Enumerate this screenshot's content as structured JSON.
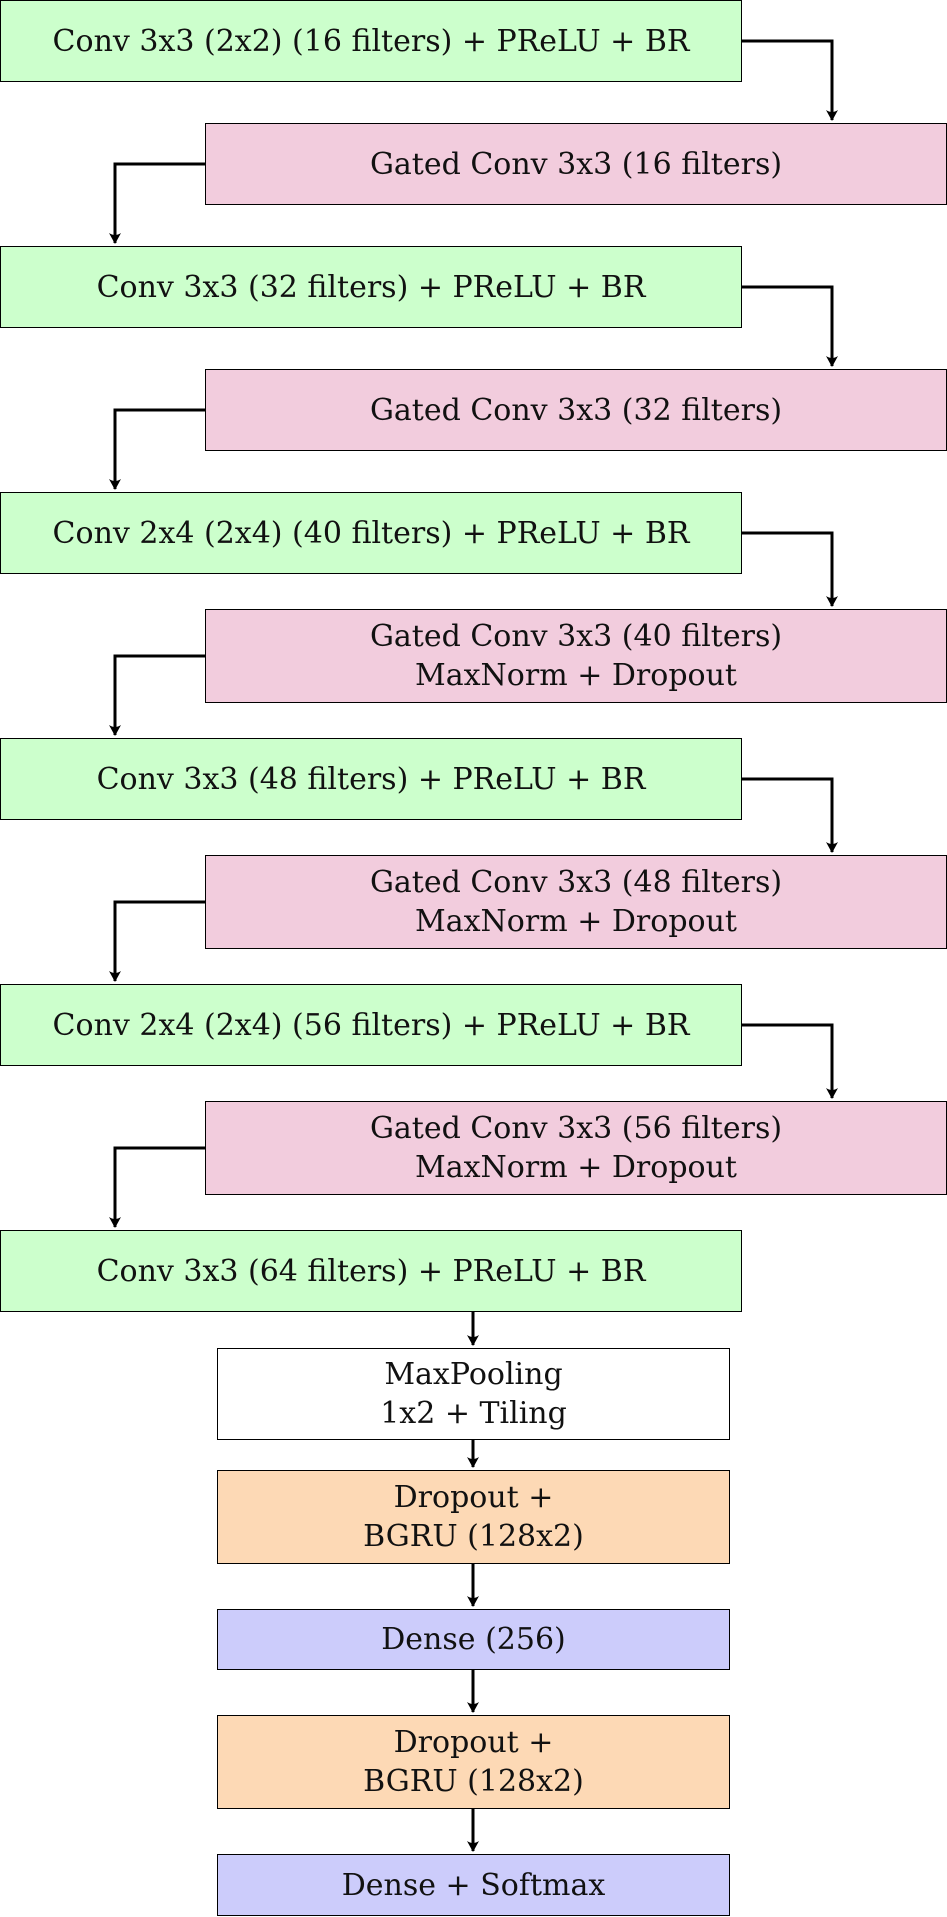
{
  "colors": {
    "conv": "#ccffcc",
    "gated": "#f2ccdd",
    "pool": "#ffffff",
    "rnn": "#fdd9b5",
    "dense": "#ccccfb"
  },
  "blocks": [
    {
      "id": "b0",
      "kind": "conv",
      "text": "Conv 3x3 (2x2) (16 filters) + PReLU + BR"
    },
    {
      "id": "b1",
      "kind": "gated",
      "text": "Gated Conv 3x3 (16 filters)"
    },
    {
      "id": "b2",
      "kind": "conv",
      "text": "Conv 3x3 (32 filters) + PReLU + BR"
    },
    {
      "id": "b3",
      "kind": "gated",
      "text": "Gated Conv 3x3 (32 filters)"
    },
    {
      "id": "b4",
      "kind": "conv",
      "text": "Conv 2x4 (2x4) (40 filters) + PReLU + BR"
    },
    {
      "id": "b5",
      "kind": "gated",
      "text": "Gated Conv 3x3 (40 filters)\nMaxNorm + Dropout"
    },
    {
      "id": "b6",
      "kind": "conv",
      "text": "Conv 3x3 (48 filters) + PReLU + BR"
    },
    {
      "id": "b7",
      "kind": "gated",
      "text": "Gated Conv 3x3 (48 filters)\nMaxNorm + Dropout"
    },
    {
      "id": "b8",
      "kind": "conv",
      "text": "Conv 2x4 (2x4) (56 filters) + PReLU + BR"
    },
    {
      "id": "b9",
      "kind": "gated",
      "text": "Gated Conv 3x3 (56 filters)\nMaxNorm + Dropout"
    },
    {
      "id": "b10",
      "kind": "conv",
      "text": "Conv 3x3 (64 filters) + PReLU + BR"
    },
    {
      "id": "b11",
      "kind": "pool",
      "text": "MaxPooling\n1x2 + Tiling"
    },
    {
      "id": "b12",
      "kind": "rnn",
      "text": "Dropout +\nBGRU (128x2)"
    },
    {
      "id": "b13",
      "kind": "dense",
      "text": "Dense (256)"
    },
    {
      "id": "b14",
      "kind": "rnn",
      "text": "Dropout +\nBGRU (128x2)"
    },
    {
      "id": "b15",
      "kind": "dense",
      "text": "Dense + Softmax"
    }
  ]
}
